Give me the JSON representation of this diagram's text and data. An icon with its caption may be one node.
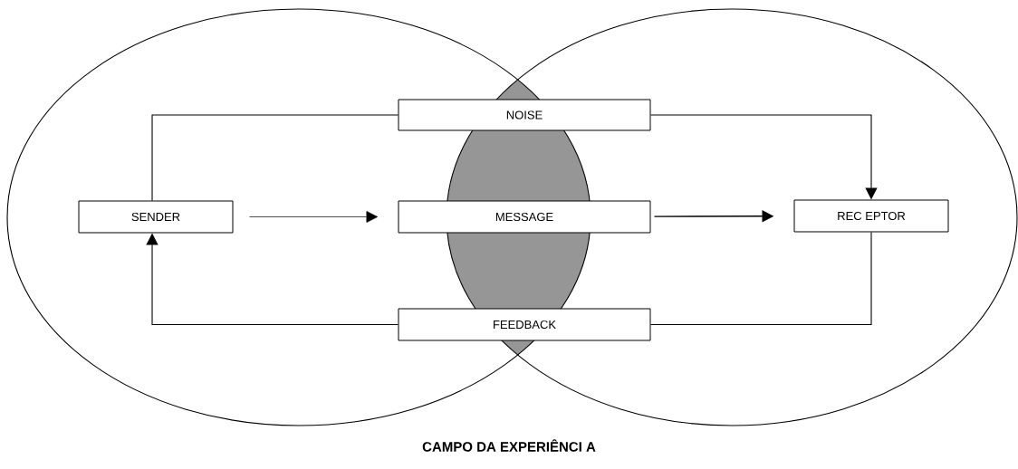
{
  "diagram": {
    "caption": "CAMPO DA EXPERIÊNCI A",
    "nodes": [
      {
        "text": [
          "NOISE"
        ]
      },
      {
        "text": [
          "SENDER"
        ]
      },
      {
        "text": [
          "MESSAGE"
        ]
      },
      {
        "text": [
          "REC EPTOR"
        ]
      },
      {
        "text": [
          "FEEDBACK"
        ]
      }
    ],
    "edges": [
      {
        "from": 1,
        "to": 0,
        "arrow": "none"
      },
      {
        "from": 0,
        "to": 3,
        "arrow": "to"
      },
      {
        "from": 1,
        "to": 2,
        "arrow": "to"
      },
      {
        "from": 2,
        "to": 3,
        "arrow": "to"
      },
      {
        "from": 4,
        "to": 1,
        "arrow": "to"
      },
      {
        "from": 3,
        "to": 4,
        "arrow": "none"
      }
    ]
  }
}
